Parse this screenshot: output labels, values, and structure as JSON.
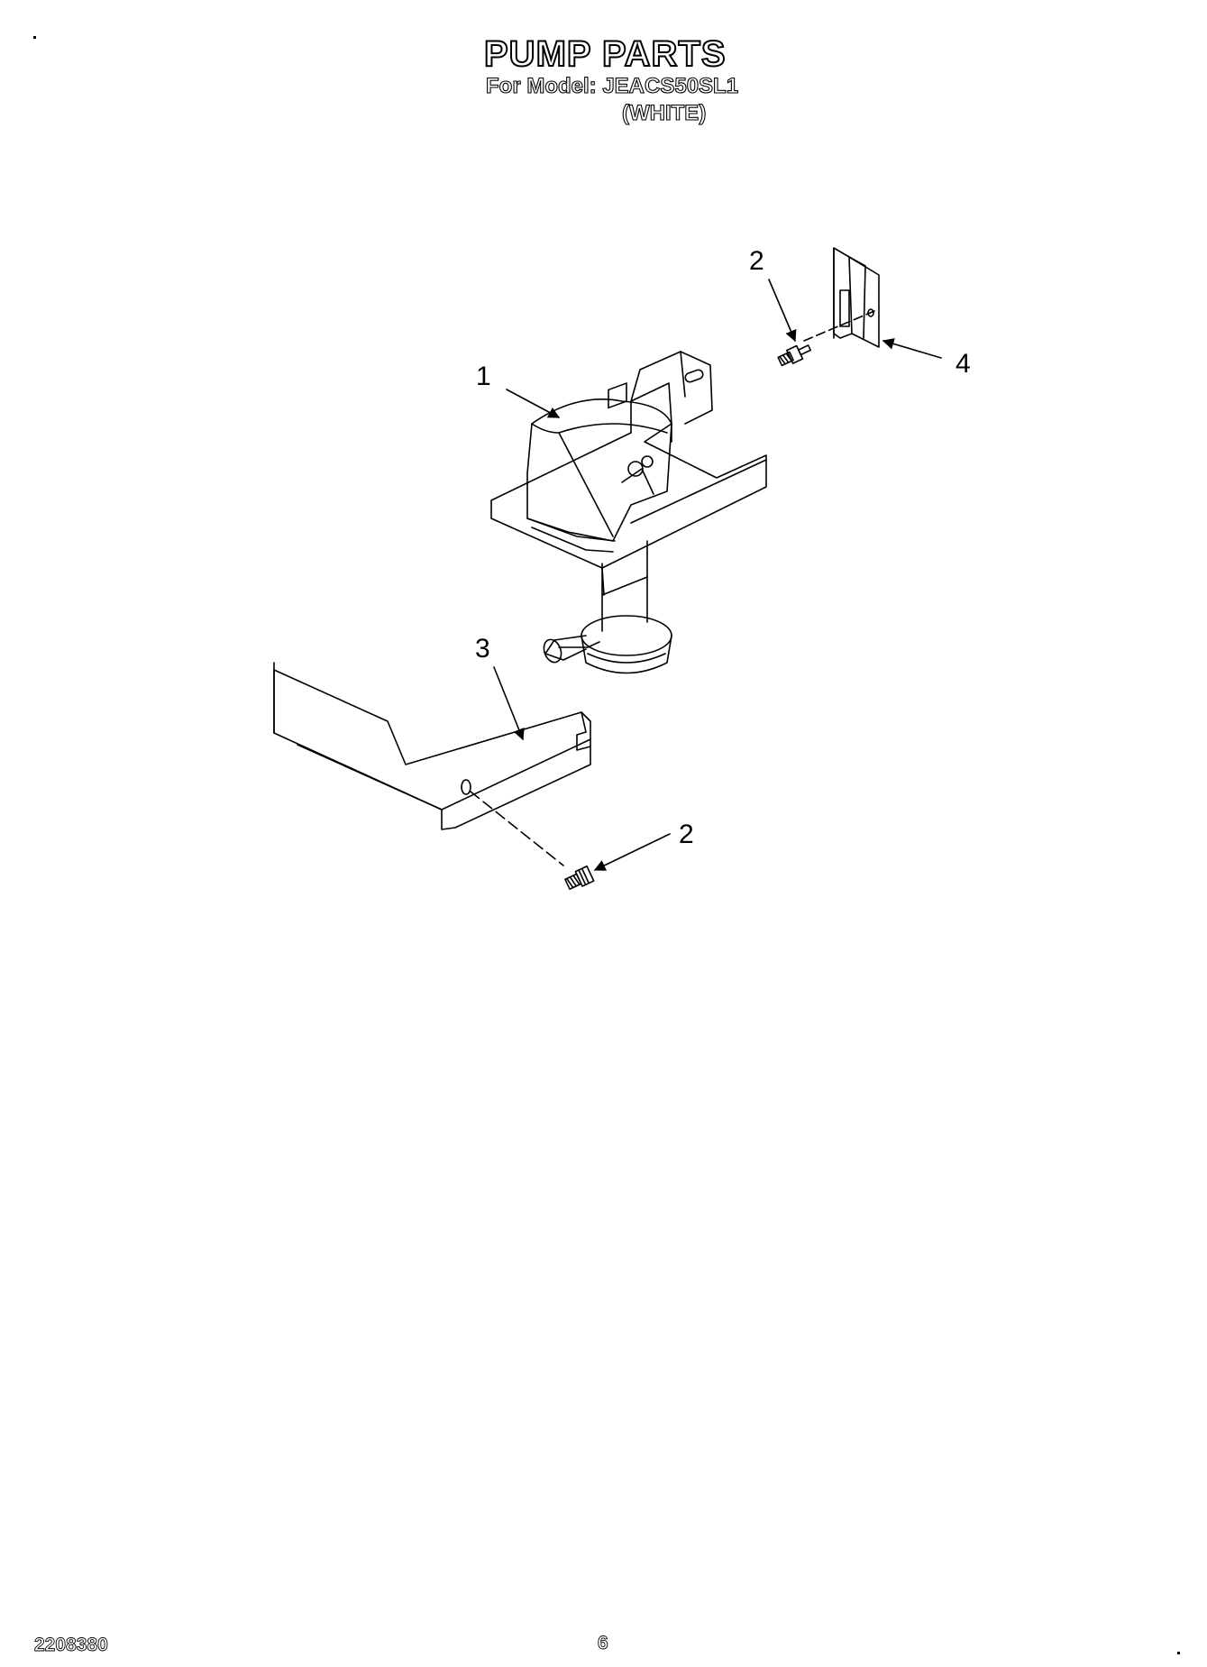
{
  "header": {
    "title": "PUMP PARTS",
    "model_line": "For Model: JEACS50SL1",
    "color_line": "(WHITE)"
  },
  "callouts": [
    {
      "id": "pump",
      "label": "1"
    },
    {
      "id": "screw-top",
      "label": "2"
    },
    {
      "id": "cover",
      "label": "3"
    },
    {
      "id": "screw-bottom",
      "label": "2"
    },
    {
      "id": "bracket",
      "label": "4"
    }
  ],
  "footer": {
    "doc_number": "2208380",
    "page_number": "6"
  }
}
